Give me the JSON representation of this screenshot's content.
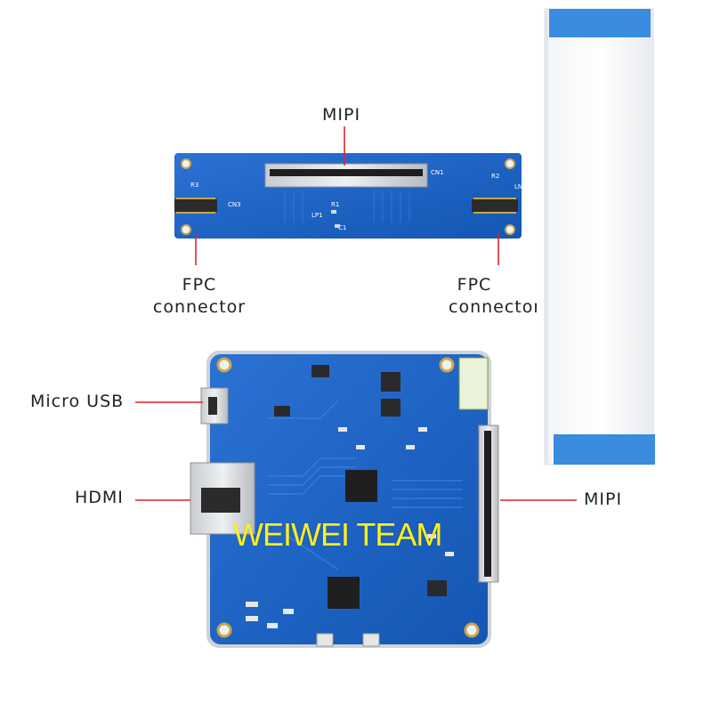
{
  "labels": {
    "mipi_top": "MIPI",
    "fpc_left_line1": "FPC",
    "fpc_left_line2": "connector",
    "fpc_right_line1": "FPC",
    "fpc_right_line2": "connector",
    "micro_usb": "Micro USB",
    "hdmi": "HDMI",
    "mipi_right": "MIPI"
  },
  "watermark": "WEIWEI TEAM",
  "colors": {
    "pcb_blue": "#1a5fc1",
    "ribbon_blue": "#2f7fd6",
    "callout_red": "#e0242b",
    "watermark_yellow": "#ffef1c"
  }
}
